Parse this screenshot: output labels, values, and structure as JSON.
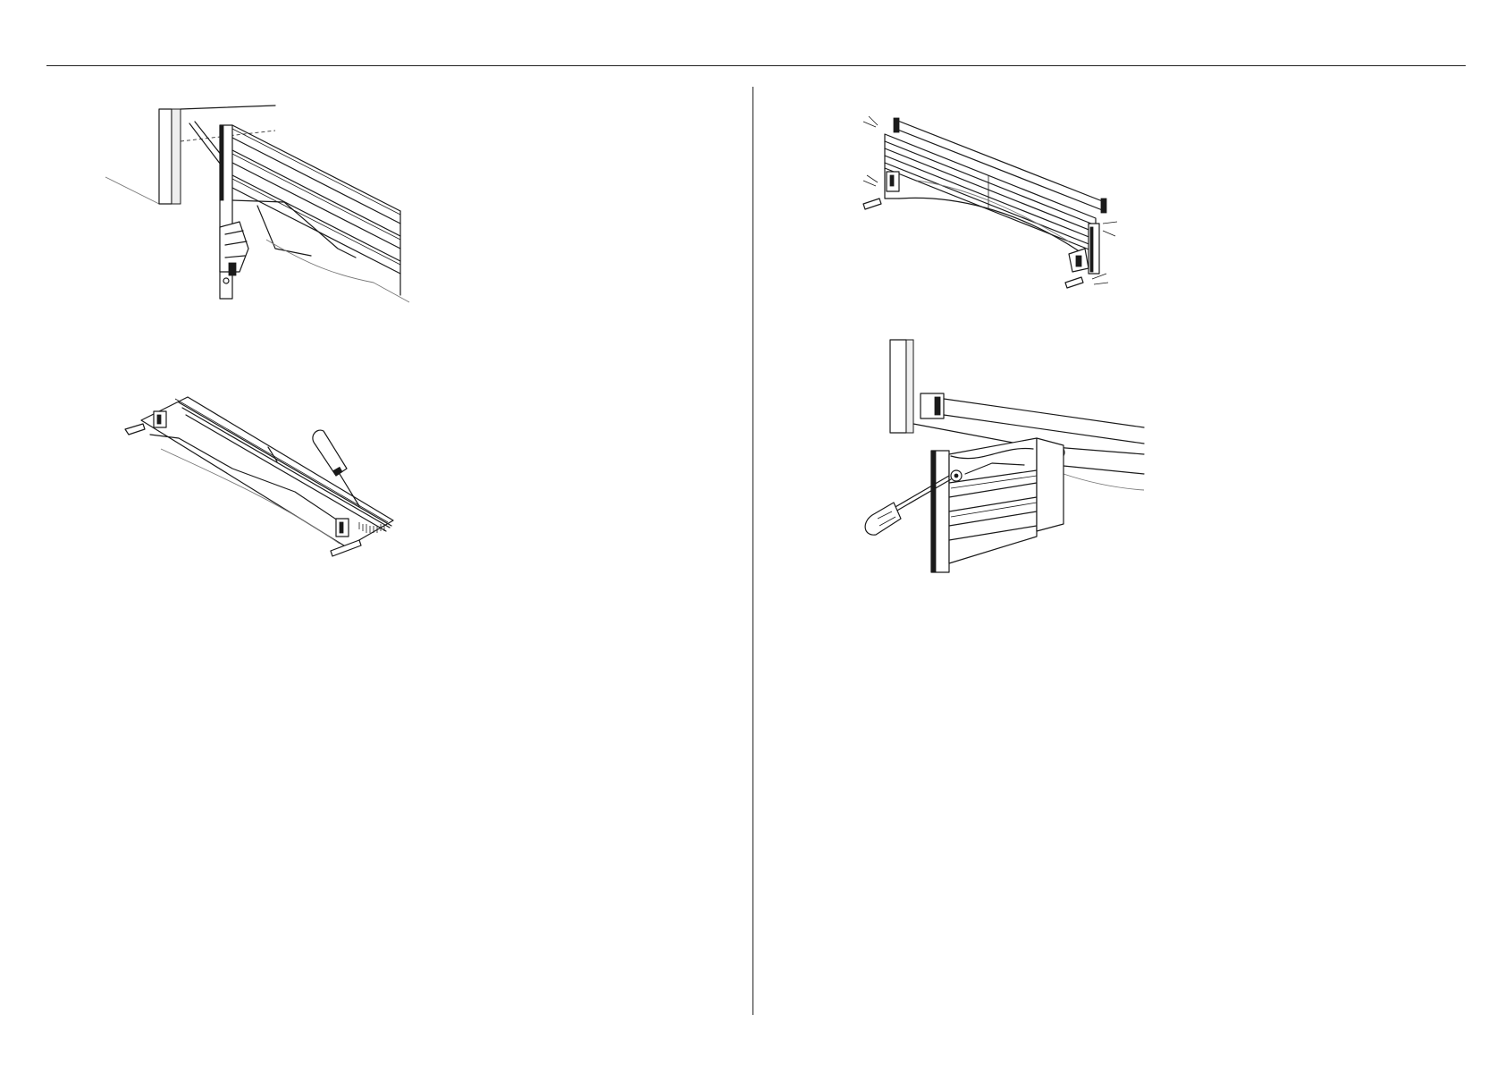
{
  "page": {
    "figures": [
      {
        "id": "fig-top-left",
        "icon": "hinged-plinth-insertion-illustration"
      },
      {
        "id": "fig-bottom-left",
        "icon": "plinth-clip-with-screwdriver-illustration"
      },
      {
        "id": "fig-top-right",
        "icon": "plinth-snap-fit-illustration"
      },
      {
        "id": "fig-bottom-right",
        "icon": "plinth-screw-fastening-illustration"
      }
    ]
  }
}
